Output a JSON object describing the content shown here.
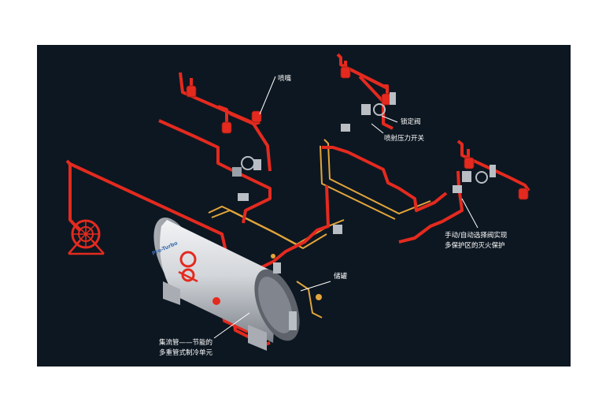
{
  "colors": {
    "background": "#0d1721",
    "pipe_red": "#e42a1f",
    "pipe_orange": "#e3a53b",
    "tank_silver": "#c9ccd0",
    "label_text": "#ffffff",
    "callout_line": "#ffffff"
  },
  "logo": {
    "text": "Pre-Turbo"
  },
  "labels": {
    "nozzle": "喷嘴",
    "lock_valve": "锁定阀",
    "pressure_switch": "喷射压力开关",
    "selector_valve_line1": "手动/自动选择阀实现",
    "selector_valve_line2": "多保护区的灭火保护",
    "storage_tank": "储罐",
    "manifold_line1": "集流管——节能的",
    "manifold_line2": "多重管式制冷单元"
  },
  "icons": {
    "nozzle": "nozzle-icon",
    "valve": "valve-icon",
    "hose_reel": "hose-reel-icon",
    "tank": "storage-tank-icon"
  }
}
